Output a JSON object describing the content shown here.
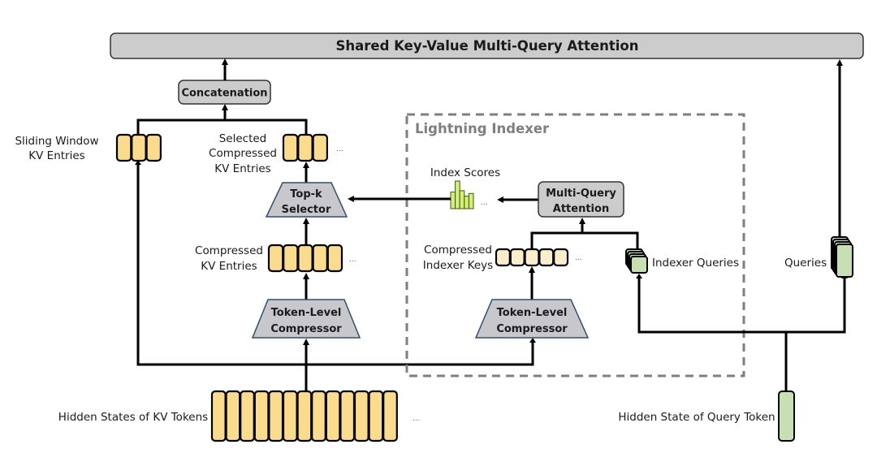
{
  "diagram": {
    "top_block": "Shared Key-Value Multi-Query Attention",
    "concatenation": "Concatenation",
    "sliding_window": {
      "label_line1": "Sliding Window",
      "label_line2": "KV Entries",
      "cells": 3
    },
    "selected_compressed": {
      "label_line1": "Selected",
      "label_line2": "Compressed",
      "label_line3": "KV Entries",
      "cells": 3,
      "ellipsis": "..."
    },
    "topk_selector": {
      "line1": "Top-k",
      "line2": "Selector"
    },
    "compressed_kv": {
      "label_line1": "Compressed",
      "label_line2": "KV Entries",
      "cells": 5,
      "ellipsis": "..."
    },
    "left_compressor": {
      "line1": "Token-Level",
      "line2": "Compressor"
    },
    "hidden_kv": {
      "label": "Hidden States of KV Tokens",
      "cells": 13,
      "ellipsis": "..."
    },
    "lightning_indexer": {
      "title": "Lightning Indexer",
      "index_scores": {
        "label": "Index Scores",
        "bars": [
          0.6,
          1.0,
          0.65,
          0.45,
          0.55
        ],
        "ellipsis": "..."
      },
      "mqa": {
        "line1": "Multi-Query",
        "line2": "Attention"
      },
      "indexer_keys": {
        "label_line1": "Compressed",
        "label_line2": "Indexer Keys",
        "cells": 5,
        "ellipsis": "..."
      },
      "indexer_queries": {
        "label": "Indexer Queries"
      },
      "compressor": {
        "line1": "Token-Level",
        "line2": "Compressor"
      }
    },
    "queries": {
      "label": "Queries"
    },
    "hidden_query": {
      "label": "Hidden State of Query Token"
    },
    "colors": {
      "kv_cell": "#fbdc8c",
      "indexer_key_cell": "#fdeecb",
      "query_cell": "#c6e0b4",
      "score_bar": "#d4f07a",
      "block_gray": "#cccccc",
      "trap_gray": "#c8c8cc",
      "trap_border": "#2f4f6f",
      "dash_gray": "#7f7f7f"
    }
  }
}
